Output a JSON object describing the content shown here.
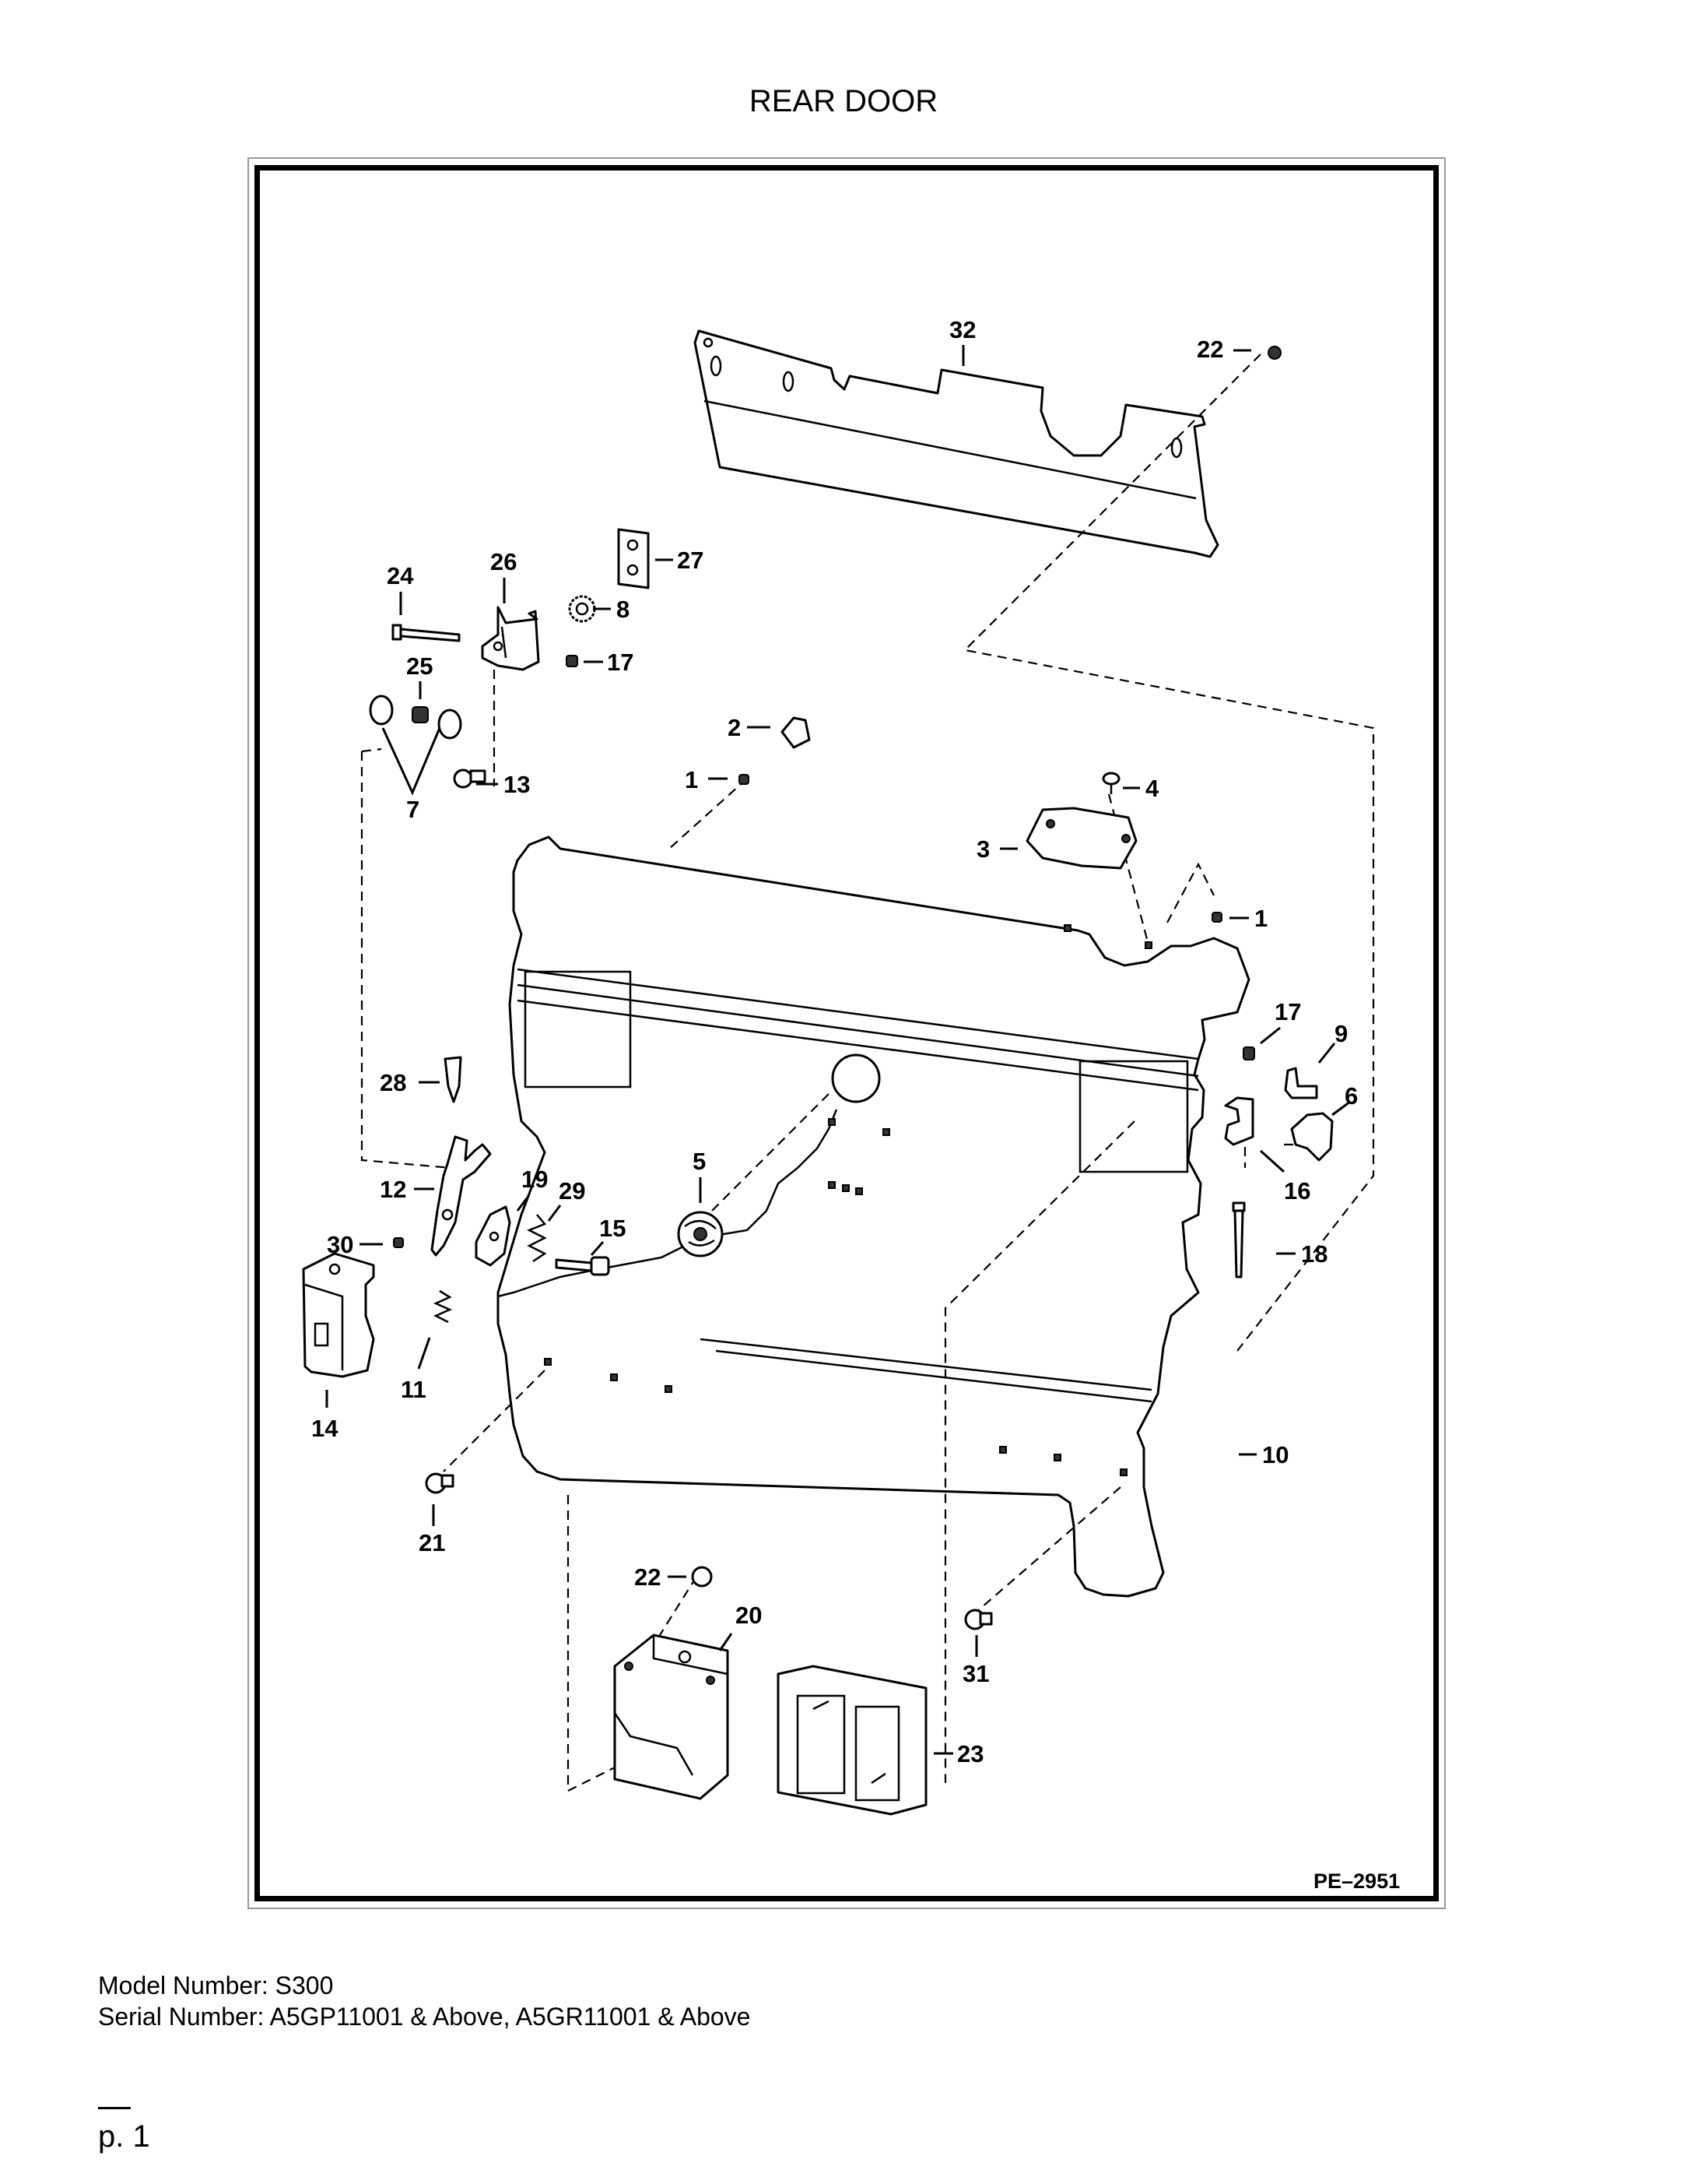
{
  "title": "REAR DOOR",
  "drawing_number": "PE–2951",
  "callouts": [
    "1",
    "2",
    "3",
    "4",
    "5",
    "6",
    "7",
    "8",
    "9",
    "10",
    "11",
    "12",
    "13",
    "14",
    "15",
    "16",
    "17",
    "18",
    "19",
    "20",
    "21",
    "22",
    "23",
    "24",
    "25",
    "26",
    "27",
    "28",
    "29",
    "30",
    "31",
    "32"
  ],
  "footer": {
    "model": "Model Number: S300",
    "serial": "Serial Number: A5GP11001 & Above, A5GR11001 & Above",
    "page": "p. 1"
  }
}
